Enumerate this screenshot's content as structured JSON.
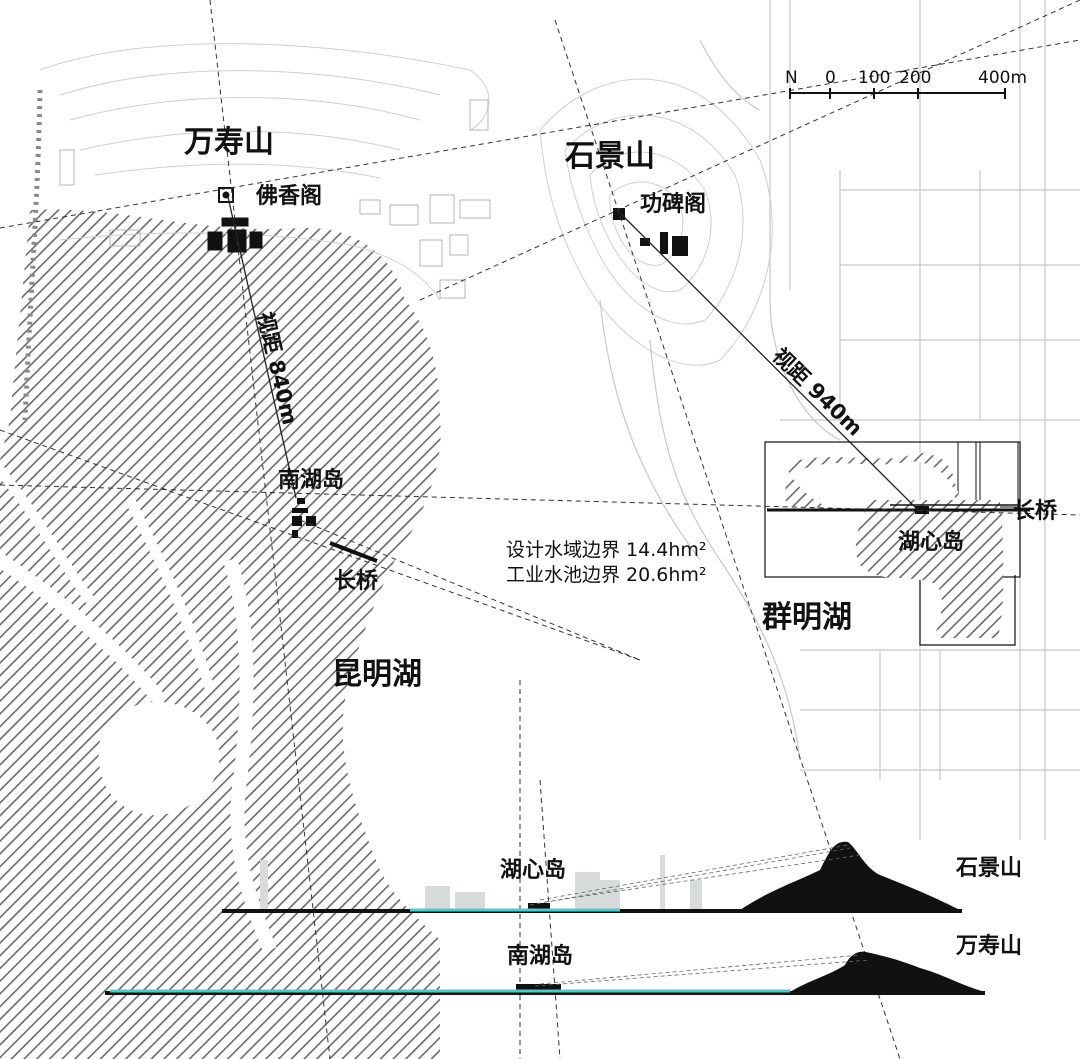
{
  "labels": {
    "wanshoushan": "万寿山",
    "foxiangge": "佛香阁",
    "shijingshan": "石景山",
    "gongbeige": "功碑阁",
    "view_840": "视距 840m",
    "view_940": "视距 940m",
    "nanhudao": "南湖岛",
    "changqiao_left": "长桥",
    "kunminghu": "昆明湖",
    "design_boundary": "设计水域边界 14.4hm²",
    "pool_boundary": "工业水池边界 20.6hm²",
    "qunminghu": "群明湖",
    "huxindao": "湖心岛",
    "changqiao_right": "长桥"
  },
  "scale_bar": {
    "north": "N",
    "ticks": [
      "0",
      "100",
      "200",
      "400m"
    ]
  },
  "sections": [
    {
      "island_label": "湖心岛",
      "mountain_label": "石景山"
    },
    {
      "island_label": "南湖岛",
      "mountain_label": "万寿山"
    }
  ],
  "colors": {
    "hatch": "#6a6a6a",
    "water_line": "#4fc9c9",
    "ink": "#111111",
    "thin_line": "#c8c8c8",
    "building_gray": "#cfd3d3"
  }
}
